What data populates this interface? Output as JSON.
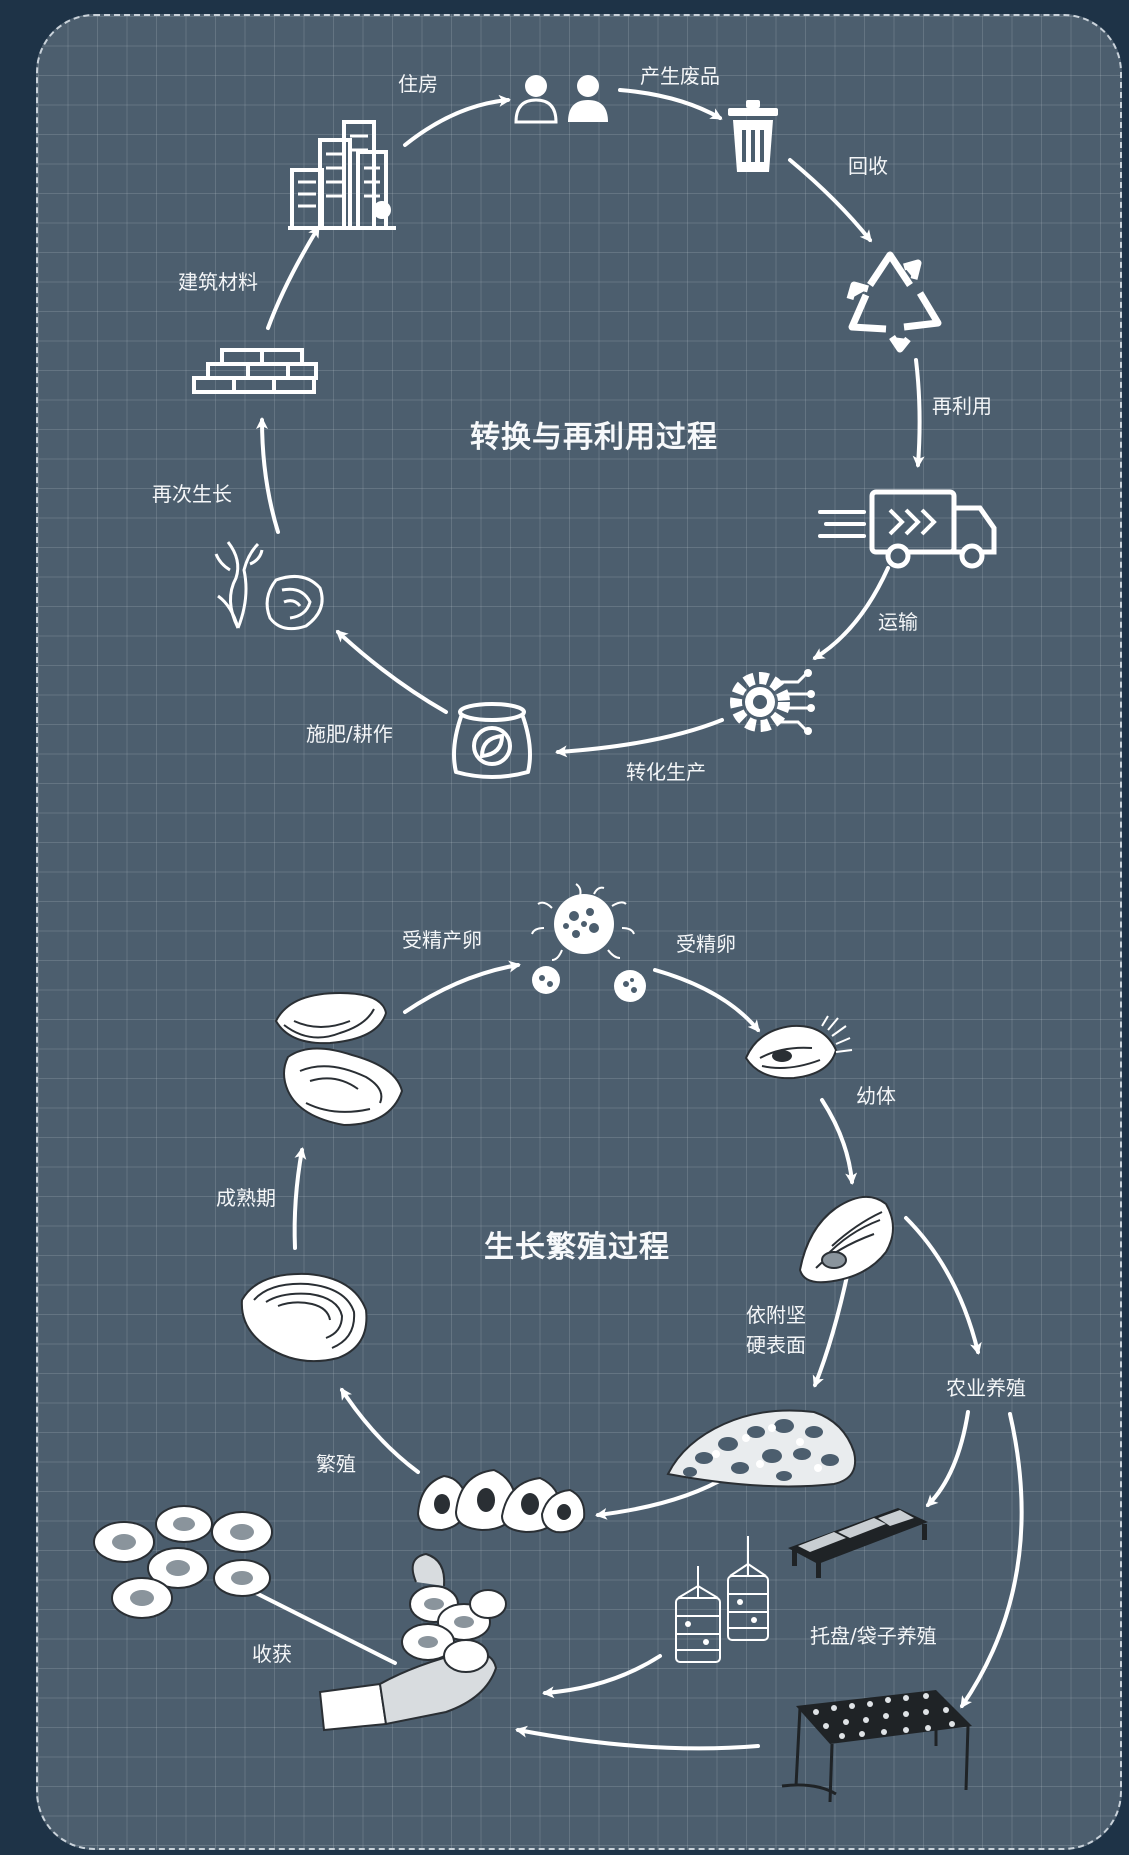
{
  "cycles": {
    "conversion": {
      "title": "转换与再利用过程",
      "labels": {
        "housing": "住房",
        "waste": "产生废品",
        "recycle": "回收",
        "reuse": "再利用",
        "transport": "运输",
        "production": "转化生产",
        "fertilize": "施肥/耕作",
        "regrow": "再次生长",
        "building": "建筑材料"
      }
    },
    "growth": {
      "title": "生长繁殖过程",
      "labels": {
        "spawn": "受精产卵",
        "fertilized": "受精卵",
        "juvenile": "幼体",
        "attach": "依附坚\n硬表面",
        "farming": "农业养殖",
        "breeding": "繁殖",
        "mature": "成熟期",
        "tray": "托盘/袋子养殖",
        "harvest": "收获"
      }
    }
  },
  "icons": [
    "people-icon",
    "trash-can-icon",
    "recycle-icon",
    "delivery-truck-icon",
    "gear-circuit-icon",
    "fertilizer-bag-icon",
    "seaweed-oyster-icon",
    "bricks-icon",
    "city-buildings-icon",
    "fertilized-egg-icon",
    "oyster-pair-icon",
    "juvenile-oyster-icon",
    "single-oyster-icon",
    "oyster-reef-icon",
    "oyster-cluster-icon",
    "oyster-shell-icon",
    "farming-trays-icon",
    "hanging-baskets-icon",
    "oyster-rack-icon",
    "hand-holding-oysters-icon",
    "opened-oysters-icon"
  ],
  "colors": {
    "background": "#1e3347",
    "panel": "#4c5e6e",
    "line": "#ffffff"
  }
}
